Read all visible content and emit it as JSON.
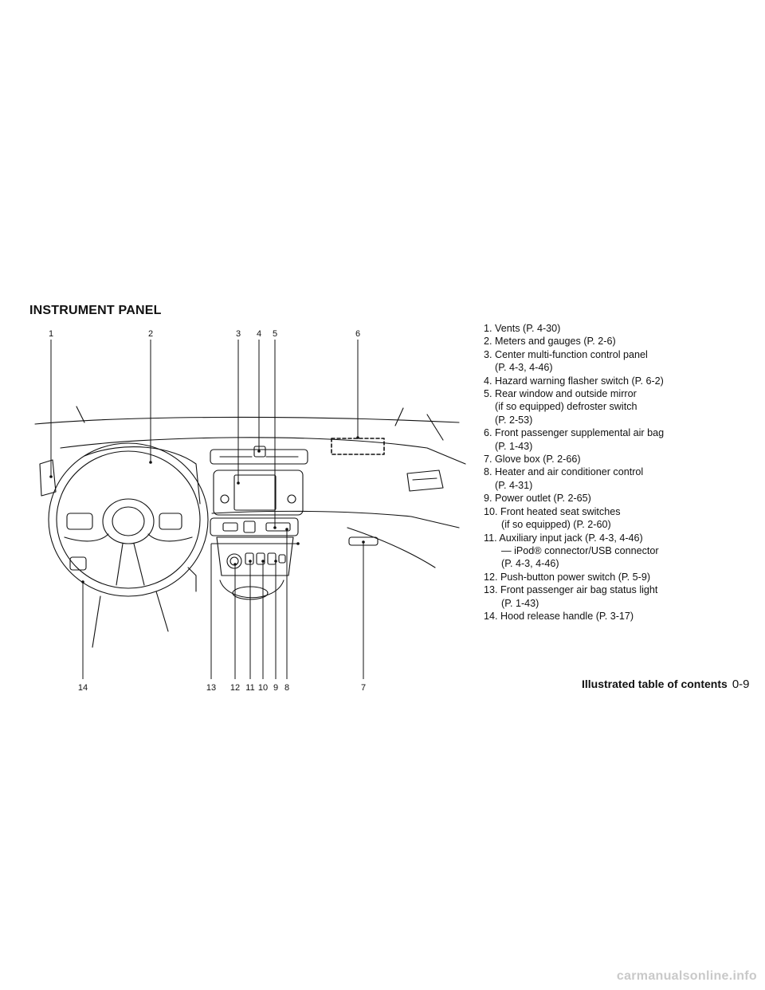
{
  "title": "INSTRUMENT PANEL",
  "callouts": [
    "1",
    "2",
    "3",
    "4",
    "5",
    "6",
    "7",
    "8",
    "9",
    "10",
    "11",
    "12",
    "13",
    "14"
  ],
  "legend": [
    {
      "lines": [
        "1. Vents (P. 4-30)"
      ]
    },
    {
      "lines": [
        "2. Meters and gauges (P. 2-6)"
      ]
    },
    {
      "lines": [
        "3. Center multi-function control panel",
        "(P. 4-3, 4-46)"
      ]
    },
    {
      "lines": [
        "4. Hazard warning flasher switch (P. 6-2)"
      ]
    },
    {
      "lines": [
        "5. Rear window and outside mirror",
        "(if so equipped) defroster switch",
        "(P. 2-53)"
      ]
    },
    {
      "lines": [
        "6. Front passenger supplemental air bag",
        "(P. 1-43)"
      ]
    },
    {
      "lines": [
        "7. Glove box (P. 2-66)"
      ]
    },
    {
      "lines": [
        "8. Heater and air conditioner control",
        "(P. 4-31)"
      ]
    },
    {
      "lines": [
        "9. Power outlet (P. 2-65)"
      ]
    },
    {
      "lines": [
        "10. Front heated seat switches",
        "(if so equipped) (P. 2-60)"
      ]
    },
    {
      "lines": [
        "11. Auxiliary input jack (P. 4-3, 4-46)",
        "— iPod® connector/USB connector",
        "(P. 4-3, 4-46)"
      ]
    },
    {
      "lines": [
        "12. Push-button power switch (P. 5-9)"
      ]
    },
    {
      "lines": [
        "13. Front passenger air bag status light",
        "(P. 1-43)"
      ]
    },
    {
      "lines": [
        "14. Hood release handle (P. 3-17)"
      ]
    }
  ],
  "footer": {
    "section": "Illustrated table of contents",
    "page": "0-9"
  },
  "watermark": "carmanualsonline.info"
}
